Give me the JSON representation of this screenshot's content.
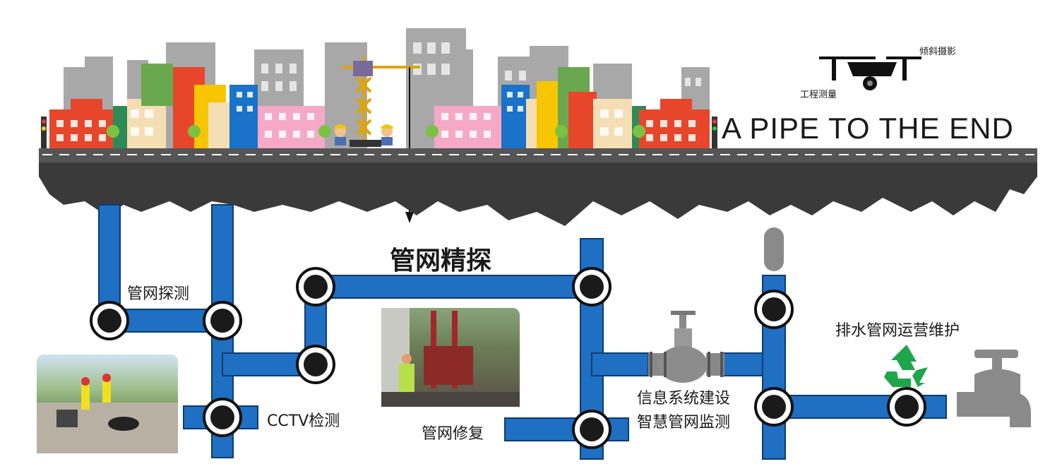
{
  "banner": "A PIPE TO THE END",
  "drone": {
    "left_label": "工程测量",
    "right_label": "倾斜摄影"
  },
  "labels": {
    "detection": "管网探测",
    "fine_detection": "管网精探",
    "cctv": "CCTV检测",
    "repair": "管网修复",
    "info_system": "信息系统建设",
    "smart_monitor": "智慧管网监测",
    "drainage_om": "排水管网运营维护"
  },
  "colors": {
    "pipe": "#1f6fc2",
    "pipe_edge": "#0d3c73",
    "ground": "#3a3a3a",
    "road_line": "#ffffff",
    "building_gray": "#a6a6a6",
    "recycle": "#1fa64a",
    "faucet": "#8a8a8a"
  },
  "icons": [
    "drone-icon",
    "crane-icon",
    "valve-icon",
    "faucet-icon",
    "recycle-icon",
    "traffic-light-icon"
  ]
}
